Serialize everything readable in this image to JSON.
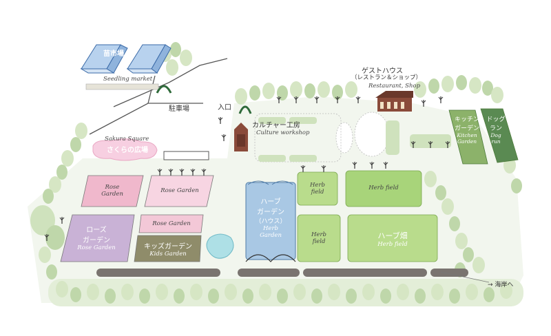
{
  "map": {
    "labels": {
      "seedling_jp": "苗市場",
      "seedling_en": "Seedling market",
      "parking": "駐車場",
      "entrance": "入口",
      "guesthouse_jp": "ゲストハウス",
      "guesthouse_sub": "（レストラン＆ショップ）",
      "guesthouse_en": "Restaurant, Shop",
      "culture_jp": "カルチャー工房",
      "culture_en": "Culture workshop",
      "sakura_en": "Sakura Square",
      "sakura_jp": "さくらの広場",
      "kitchen_jp_1": "キッチン",
      "kitchen_jp_2": "ガーデン",
      "kitchen_en_1": "Kitchen",
      "kitchen_en_2": "Garden",
      "dog_jp_1": "ドッグ",
      "dog_jp_2": "ラン",
      "dog_en_1": "Dog",
      "dog_en_2": "run",
      "beach": "→ 海岸へ"
    },
    "plots": {
      "rose_garden_1": {
        "en_1": "Rose",
        "en_2": "Garden"
      },
      "rose_garden_2": {
        "en_1": "Rose Garden"
      },
      "rose_garden_3": {
        "jp_1": "ローズ",
        "jp_2": "ガーデン",
        "en_1": "Rose Garden"
      },
      "rose_garden_4": {
        "en_1": "Rose Garden"
      },
      "kids_garden": {
        "jp_1": "キッズガーデン",
        "en_1": "Kids Garden"
      },
      "herb_house": {
        "jp_1": "ハーブ",
        "jp_2": "ガーデン",
        "jp_3": "（ハウス）",
        "en_1": "Herb",
        "en_2": "Garden"
      },
      "herb_field_1": {
        "en_1": "Herb",
        "en_2": "field"
      },
      "herb_field_2": {
        "en_1": "Herb field"
      },
      "herb_field_3": {
        "en_1": "Herb",
        "en_2": "field"
      },
      "herb_field_4": {
        "jp_1": "ハーブ畑",
        "en_1": "Herb field"
      }
    },
    "colors": {
      "tree_light": "#d6e6c4",
      "tree_mid": "#b9d3a4",
      "rose_pink": "#f3c8d7",
      "rose_lavender": "#c9b2d6",
      "kids_olive": "#8f8c6a",
      "herb_house_blue": "#a9c8e4",
      "herb_field_green": "#b9dc8c",
      "kitchen_green": "#8cb26a",
      "dog_green": "#5a8a52",
      "path_gray": "#7a7470",
      "building_brown": "#8a4b3a"
    }
  }
}
